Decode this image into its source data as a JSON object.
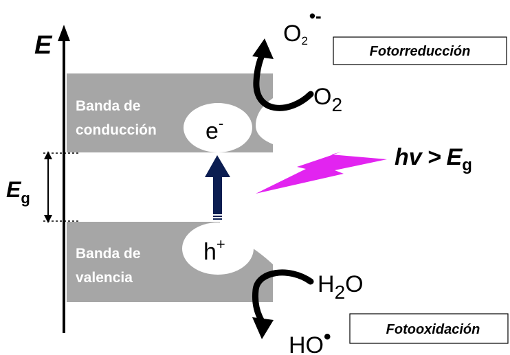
{
  "axis": {
    "label": "E"
  },
  "gap": {
    "label_main": "E",
    "label_sub": "g"
  },
  "conduction_band": {
    "line1": "Banda de",
    "line2": "conducción"
  },
  "valence_band": {
    "line1": "Banda de",
    "line2": "valencia"
  },
  "electron": {
    "main": "e",
    "sup": "-"
  },
  "hole": {
    "main": "h",
    "sup": "+"
  },
  "photon": {
    "hv": "hv",
    "gt": ">",
    "eg_main": "E",
    "eg_sub": "g"
  },
  "reduction": {
    "product_main": "O",
    "product_sub": "2",
    "product_sup": "•-",
    "reactant_main": "O",
    "reactant_sub": "2",
    "box_label": "Fotorreducción"
  },
  "oxidation": {
    "reactant_h": "H",
    "reactant_sub": "2",
    "reactant_o": "O",
    "product_main": "HO",
    "product_sup": "•",
    "box_label": "Fotooxidación"
  },
  "colors": {
    "band": "#a6a6a6",
    "arrow": "#0b1d51",
    "lightning": "#e224f0",
    "black": "#000000"
  }
}
